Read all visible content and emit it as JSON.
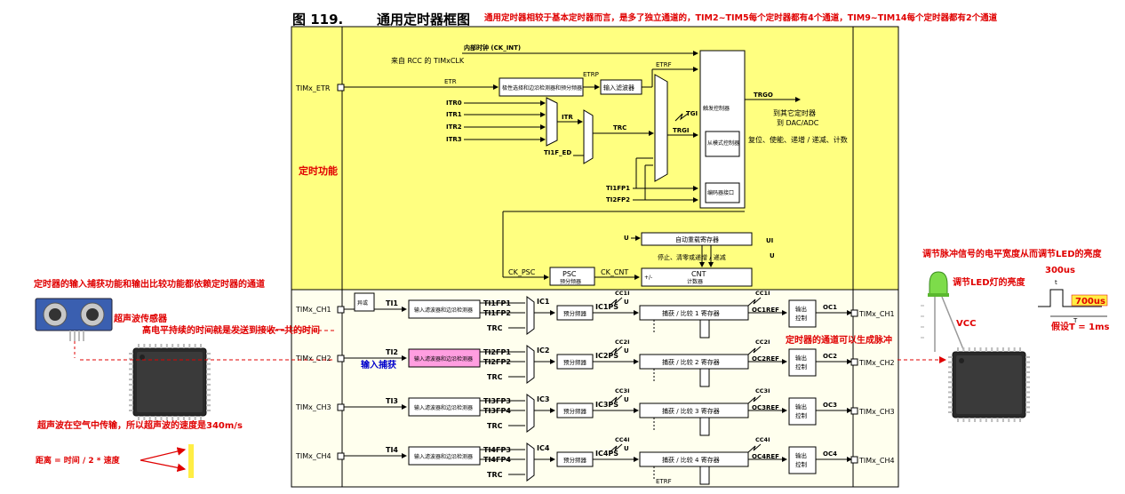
{
  "figure": {
    "number": "图 119.",
    "title": "通用定时器框图",
    "note": "通用定时器相较于基本定时器而言，是多了独立通道的，TIM2~TIM5每个定时器都有4个通道，TIM9~TIM14每个定时器都有2个通道"
  },
  "clock": {
    "internal_clock": "内部时钟 (CK_INT)",
    "rcc_label": "来自 RCC 的 TIMxCLK"
  },
  "signals": {
    "etr_pin": "TIMx_ETR",
    "etr": "ETR",
    "etrp": "ETRP",
    "etrf": "ETRF",
    "itr0": "ITR0",
    "itr1": "ITR1",
    "itr2": "ITR2",
    "itr3": "ITR3",
    "itr": "ITR",
    "trc": "TRC",
    "ti1f_ed": "TI1F_ED",
    "tgi": "TGI",
    "trgi": "TRGI",
    "trgo": "TRGO",
    "ti1fp1": "TI1FP1",
    "ti2fp2": "TI2FP2",
    "u": "U",
    "ui": "UI",
    "ck_psc": "CK_PSC",
    "ck_cnt": "CK_CNT",
    "plusminus": "+/-",
    "etrf_bottom": "ETRF"
  },
  "blocks": {
    "polarity_prescaler": "极性选择和边沿检测器和预分频器",
    "input_filter": "输入滤波器",
    "trigger_controller": "触发控制器",
    "slave_controller": "从模式控制器",
    "encoder_interface": "编码器接口",
    "to_other_timers": "到其它定时器",
    "to_dac_adc": "到 DAC/ADC",
    "slave_modes": "复位、使能、递增 / 递减、计数",
    "auto_reload": "自动重载寄存器",
    "stop_clear": "停止、清零或递增 / 递减",
    "psc": "PSC",
    "prescaler": "预分频器",
    "cnt": "CNT",
    "counter": "计数器",
    "xor": "异或",
    "filter_edge": "输入滤波器和边沿检测器",
    "output_control": "输出控制"
  },
  "channels": [
    {
      "pin": "TIMx_CH1",
      "ti": "TI1",
      "fp_a": "TI1FP1",
      "fp_b": "TI1FP2",
      "trc": "TRC",
      "ic": "IC1",
      "icps": "IC1PS",
      "cc": "CC1I",
      "capture": "捕获 / 比较 1 寄存器",
      "ocref": "OC1REF",
      "oc": "OC1",
      "out_pin": "TIMx_CH1"
    },
    {
      "pin": "TIMx_CH2",
      "ti": "TI2",
      "fp_a": "TI2FP1",
      "fp_b": "TI2FP2",
      "trc": "TRC",
      "ic": "IC2",
      "icps": "IC2PS",
      "cc": "CC2I",
      "capture": "捕获 / 比较 2 寄存器",
      "ocref": "OC2REF",
      "oc": "OC2",
      "out_pin": "TIMx_CH2"
    },
    {
      "pin": "TIMx_CH3",
      "ti": "TI3",
      "fp_a": "TI3FP3",
      "fp_b": "TI3FP4",
      "trc": "TRC",
      "ic": "IC3",
      "icps": "IC3PS",
      "cc": "CC3I",
      "capture": "捕获 / 比较 3 寄存器",
      "ocref": "OC3REF",
      "oc": "OC3",
      "out_pin": "TIMx_CH3"
    },
    {
      "pin": "TIMx_CH4",
      "ti": "TI4",
      "fp_a": "TI4FP3",
      "fp_b": "TI4FP4",
      "trc": "TRC",
      "ic": "IC4",
      "icps": "IC4PS",
      "cc": "CC4I",
      "capture": "捕获 / 比较 4 寄存器",
      "ocref": "OC4REF",
      "oc": "OC4",
      "out_pin": "TIMx_CH4"
    }
  ],
  "annotations": {
    "timing_function": "定时功能",
    "channels_note": "定时器的输入捕获功能和输出比较功能都依赖定时器的通道",
    "sensor": "超声波传感器",
    "high_level": "高电平持续的时间就是发送到接收一共的时间",
    "input_capture": "输入捕获",
    "sound_speed": "超声波在空气中传输，所以超声波的速度是340m/s",
    "distance_formula": "距离 = 时间 / 2 * 速度",
    "pwm_note": "调节脉冲信号的电平宽度从而调节LED的亮度",
    "led_note": "调节LED灯的亮度",
    "vcc": "VCC",
    "width_300": "300us",
    "width_700": "700us",
    "period_t": "T",
    "assume_t": "假设T = 1ms",
    "t_small": "t",
    "pwm_channel": "定时器的通道可以生成脉冲"
  },
  "colors": {
    "yellow_zone": "#ffff80",
    "annotation_red": "#e00000",
    "pink_block": "#ff9ee0",
    "blue_text": "#0000cc",
    "chip": "#2a2a2a",
    "highlight": "#ffee44"
  }
}
